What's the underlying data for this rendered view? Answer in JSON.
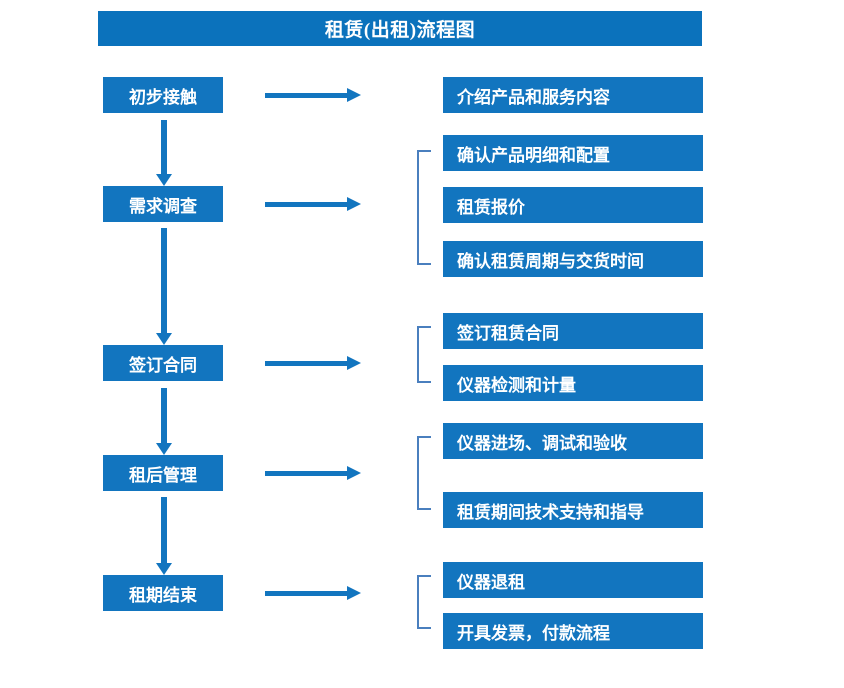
{
  "diagram": {
    "title": "租赁(出租)流程图",
    "colors": {
      "box_blue": "#1275bf",
      "title_blue": "#0b72bc",
      "bracket_blue": "#4a7fbe",
      "background": "#ffffff",
      "text": "#ffffff"
    },
    "stages": [
      {
        "id": "stage-1",
        "label": "初步接触"
      },
      {
        "id": "stage-2",
        "label": "需求调查"
      },
      {
        "id": "stage-3",
        "label": "签订合同"
      },
      {
        "id": "stage-4",
        "label": "租后管理"
      },
      {
        "id": "stage-5",
        "label": "租期结束"
      }
    ],
    "details": [
      {
        "id": "detail-1",
        "label": "介绍产品和服务内容",
        "group": 1
      },
      {
        "id": "detail-2",
        "label": "确认产品明细和配置",
        "group": 2
      },
      {
        "id": "detail-3",
        "label": "租赁报价",
        "group": 2
      },
      {
        "id": "detail-4",
        "label": "确认租赁周期与交货时间",
        "group": 2
      },
      {
        "id": "detail-5",
        "label": "签订租赁合同",
        "group": 3
      },
      {
        "id": "detail-6",
        "label": "仪器检测和计量",
        "group": 3
      },
      {
        "id": "detail-7",
        "label": "仪器进场、调试和验收",
        "group": 4
      },
      {
        "id": "detail-8",
        "label": "租赁期间技术支持和指导",
        "group": 4
      },
      {
        "id": "detail-9",
        "label": "仪器退租",
        "group": 5
      },
      {
        "id": "detail-10",
        "label": "开具发票，付款流程",
        "group": 5
      }
    ]
  }
}
